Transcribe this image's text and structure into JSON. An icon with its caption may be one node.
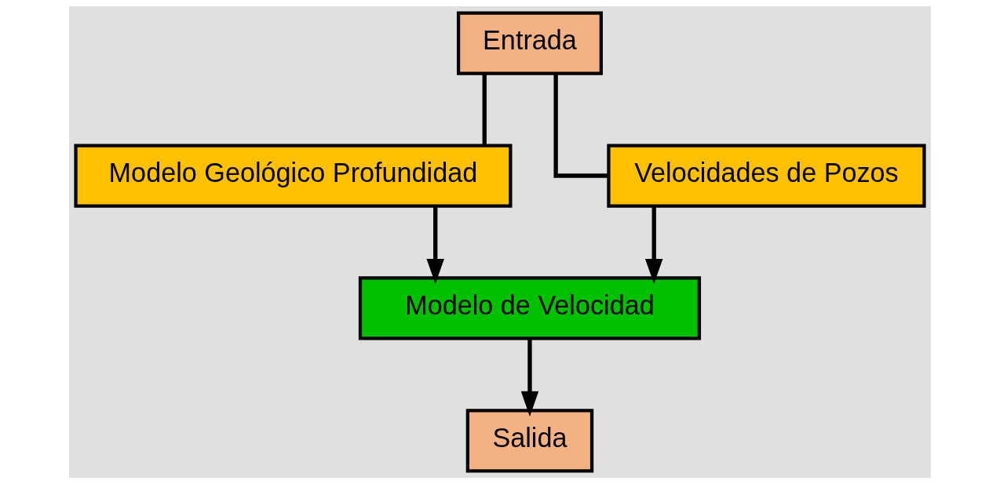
{
  "diagram": {
    "nodes": [
      {
        "text": [
          "Entrada"
        ]
      },
      {
        "text": [
          "Modelo Geológico Profundidad"
        ]
      },
      {
        "text": [
          "Velocidades de Pozos"
        ]
      },
      {
        "text": [
          "Modelo de Velocidad"
        ]
      },
      {
        "text": [
          "Salida"
        ]
      }
    ],
    "edges": [
      {
        "from": 0,
        "to": 1,
        "arrow": "none"
      },
      {
        "from": 0,
        "to": 2,
        "arrow": "none"
      },
      {
        "from": 1,
        "to": 3,
        "arrow": "to"
      },
      {
        "from": 2,
        "to": 3,
        "arrow": "to"
      },
      {
        "from": 3,
        "to": 4,
        "arrow": "to"
      }
    ]
  }
}
